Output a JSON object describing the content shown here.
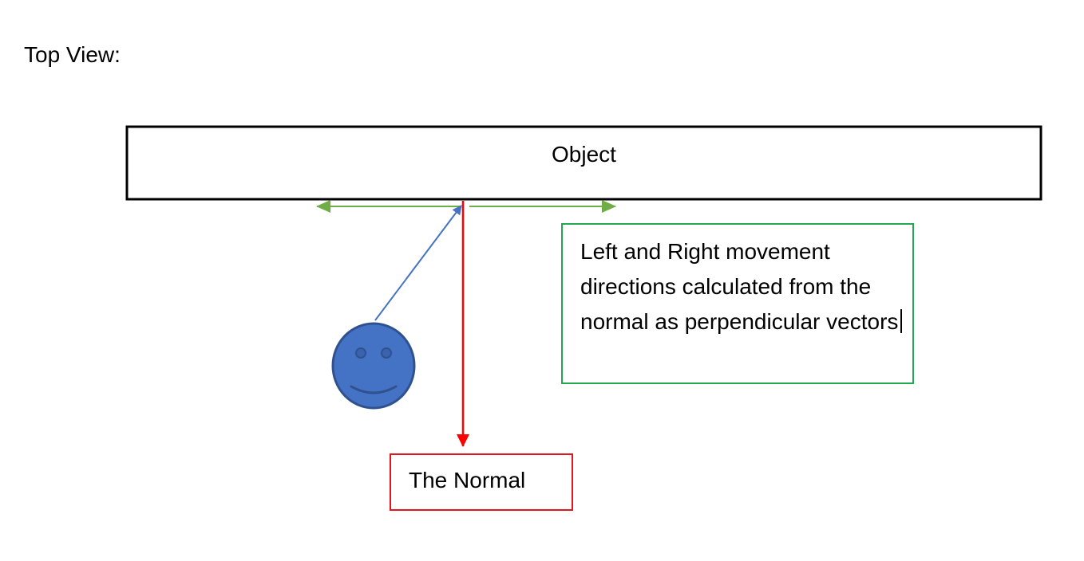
{
  "title": "Top View:",
  "object": {
    "label": "Object"
  },
  "normal": {
    "label": "The Normal"
  },
  "note": {
    "text": "Left and Right movement directions calculated from the normal as perpendicular vectors"
  },
  "colors": {
    "object_border": "#000000",
    "normal_arrow": "#ff0000",
    "normal_box_border": "#e0161c",
    "movement_arrows": "#70ad47",
    "note_box_border": "#22a84f",
    "view_line": "#4472c4",
    "face_fill": "#4472c4",
    "face_stroke": "#2f528f"
  },
  "icons": {
    "viewer": "smiley-face-icon"
  }
}
